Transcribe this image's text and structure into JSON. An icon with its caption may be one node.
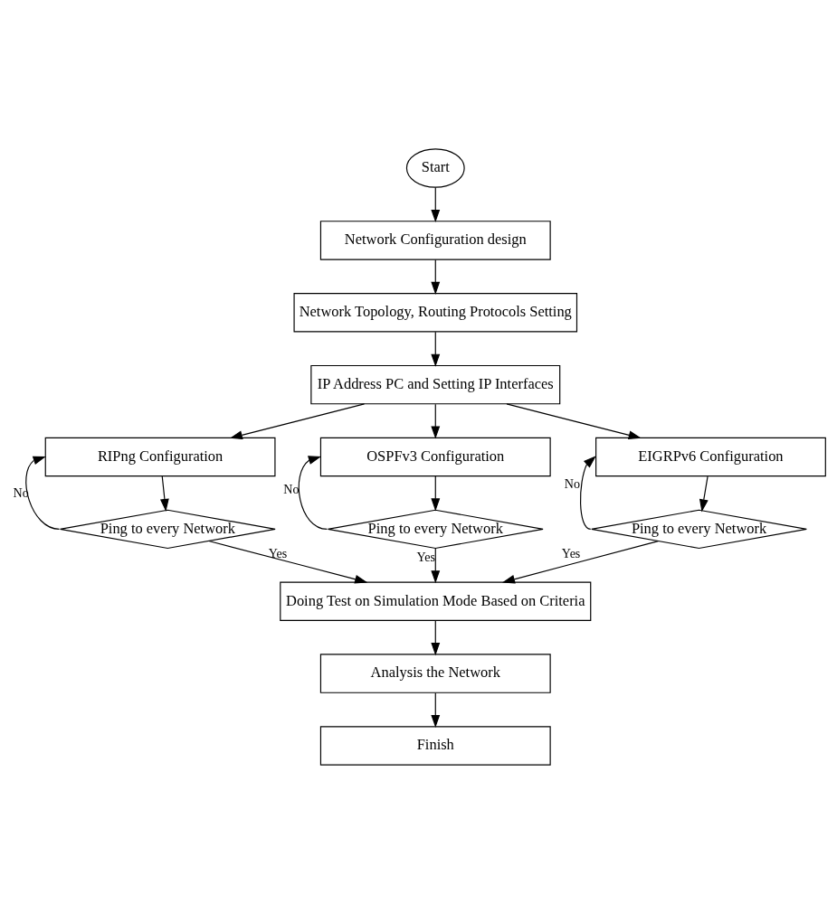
{
  "diagram": {
    "nodes": [
      {
        "text": [
          "Start"
        ]
      },
      {
        "text": [
          "Network Configuration design"
        ]
      },
      {
        "text": [
          "Network Topology, Routing Protocols Setting"
        ]
      },
      {
        "text": [
          "IP Address PC and Setting IP Interfaces"
        ]
      },
      {
        "text": [
          "RIPng Configuration"
        ]
      },
      {
        "text": [
          "OSPFv3 Configuration"
        ]
      },
      {
        "text": [
          "EIGRPv6 Configuration"
        ]
      },
      {
        "text": [
          "Ping to every Network"
        ]
      },
      {
        "text": [
          "Ping to every Network"
        ]
      },
      {
        "text": [
          "Ping to every Network"
        ]
      },
      {
        "text": [
          "Doing Test on Simulation Mode Based on Criteria"
        ]
      },
      {
        "text": [
          "Analysis the Network"
        ]
      },
      {
        "text": [
          "Finish"
        ]
      }
    ],
    "edges": [
      {
        "from": 0,
        "to": 1,
        "arrow": "to"
      },
      {
        "from": 1,
        "to": 2,
        "arrow": "to"
      },
      {
        "from": 2,
        "to": 3,
        "arrow": "to"
      },
      {
        "from": 3,
        "to": 4,
        "arrow": "to"
      },
      {
        "from": 3,
        "to": 5,
        "arrow": "to"
      },
      {
        "from": 3,
        "to": 6,
        "arrow": "to"
      },
      {
        "from": 4,
        "to": 7,
        "arrow": "to"
      },
      {
        "from": 7,
        "to": 4,
        "arrow": "to",
        "label": "No"
      },
      {
        "from": 7,
        "to": 10,
        "arrow": "to",
        "label": "Yes"
      },
      {
        "from": 5,
        "to": 8,
        "arrow": "to"
      },
      {
        "from": 8,
        "to": 5,
        "arrow": "to",
        "label": "No"
      },
      {
        "from": 8,
        "to": 10,
        "arrow": "to",
        "label": "Yes"
      },
      {
        "from": 6,
        "to": 9,
        "arrow": "to"
      },
      {
        "from": 9,
        "to": 6,
        "arrow": "to",
        "label": "No"
      },
      {
        "from": 9,
        "to": 10,
        "arrow": "to",
        "label": "Yes"
      },
      {
        "from": 10,
        "to": 11,
        "arrow": "to"
      },
      {
        "from": 11,
        "to": 12,
        "arrow": "to"
      }
    ]
  }
}
